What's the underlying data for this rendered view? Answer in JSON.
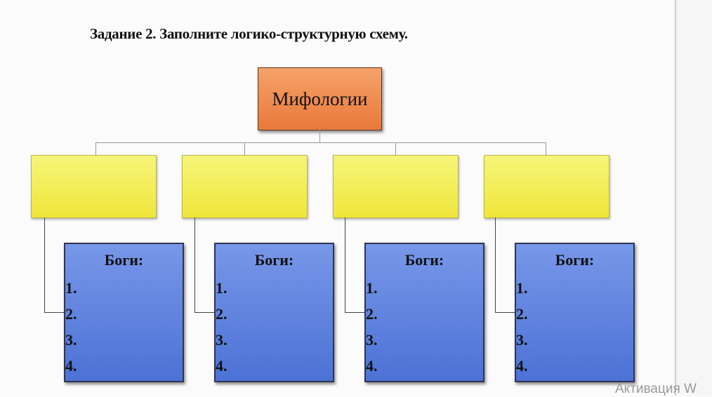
{
  "title": "Задание 2. Заполните логико-структурную схему.",
  "root": "Мифологии",
  "categories": [
    "",
    "",
    "",
    ""
  ],
  "gods_boxes": [
    {
      "heading": "Боги:",
      "items": [
        "1.",
        "2.",
        "3.",
        "4."
      ]
    },
    {
      "heading": "Боги:",
      "items": [
        "1.",
        "2.",
        "3.",
        "4."
      ]
    },
    {
      "heading": "Боги:",
      "items": [
        "1.",
        "2.",
        "3.",
        "4."
      ]
    },
    {
      "heading": "Боги:",
      "items": [
        "1.",
        "2.",
        "3.",
        "4."
      ]
    }
  ],
  "watermark": "Активация W"
}
